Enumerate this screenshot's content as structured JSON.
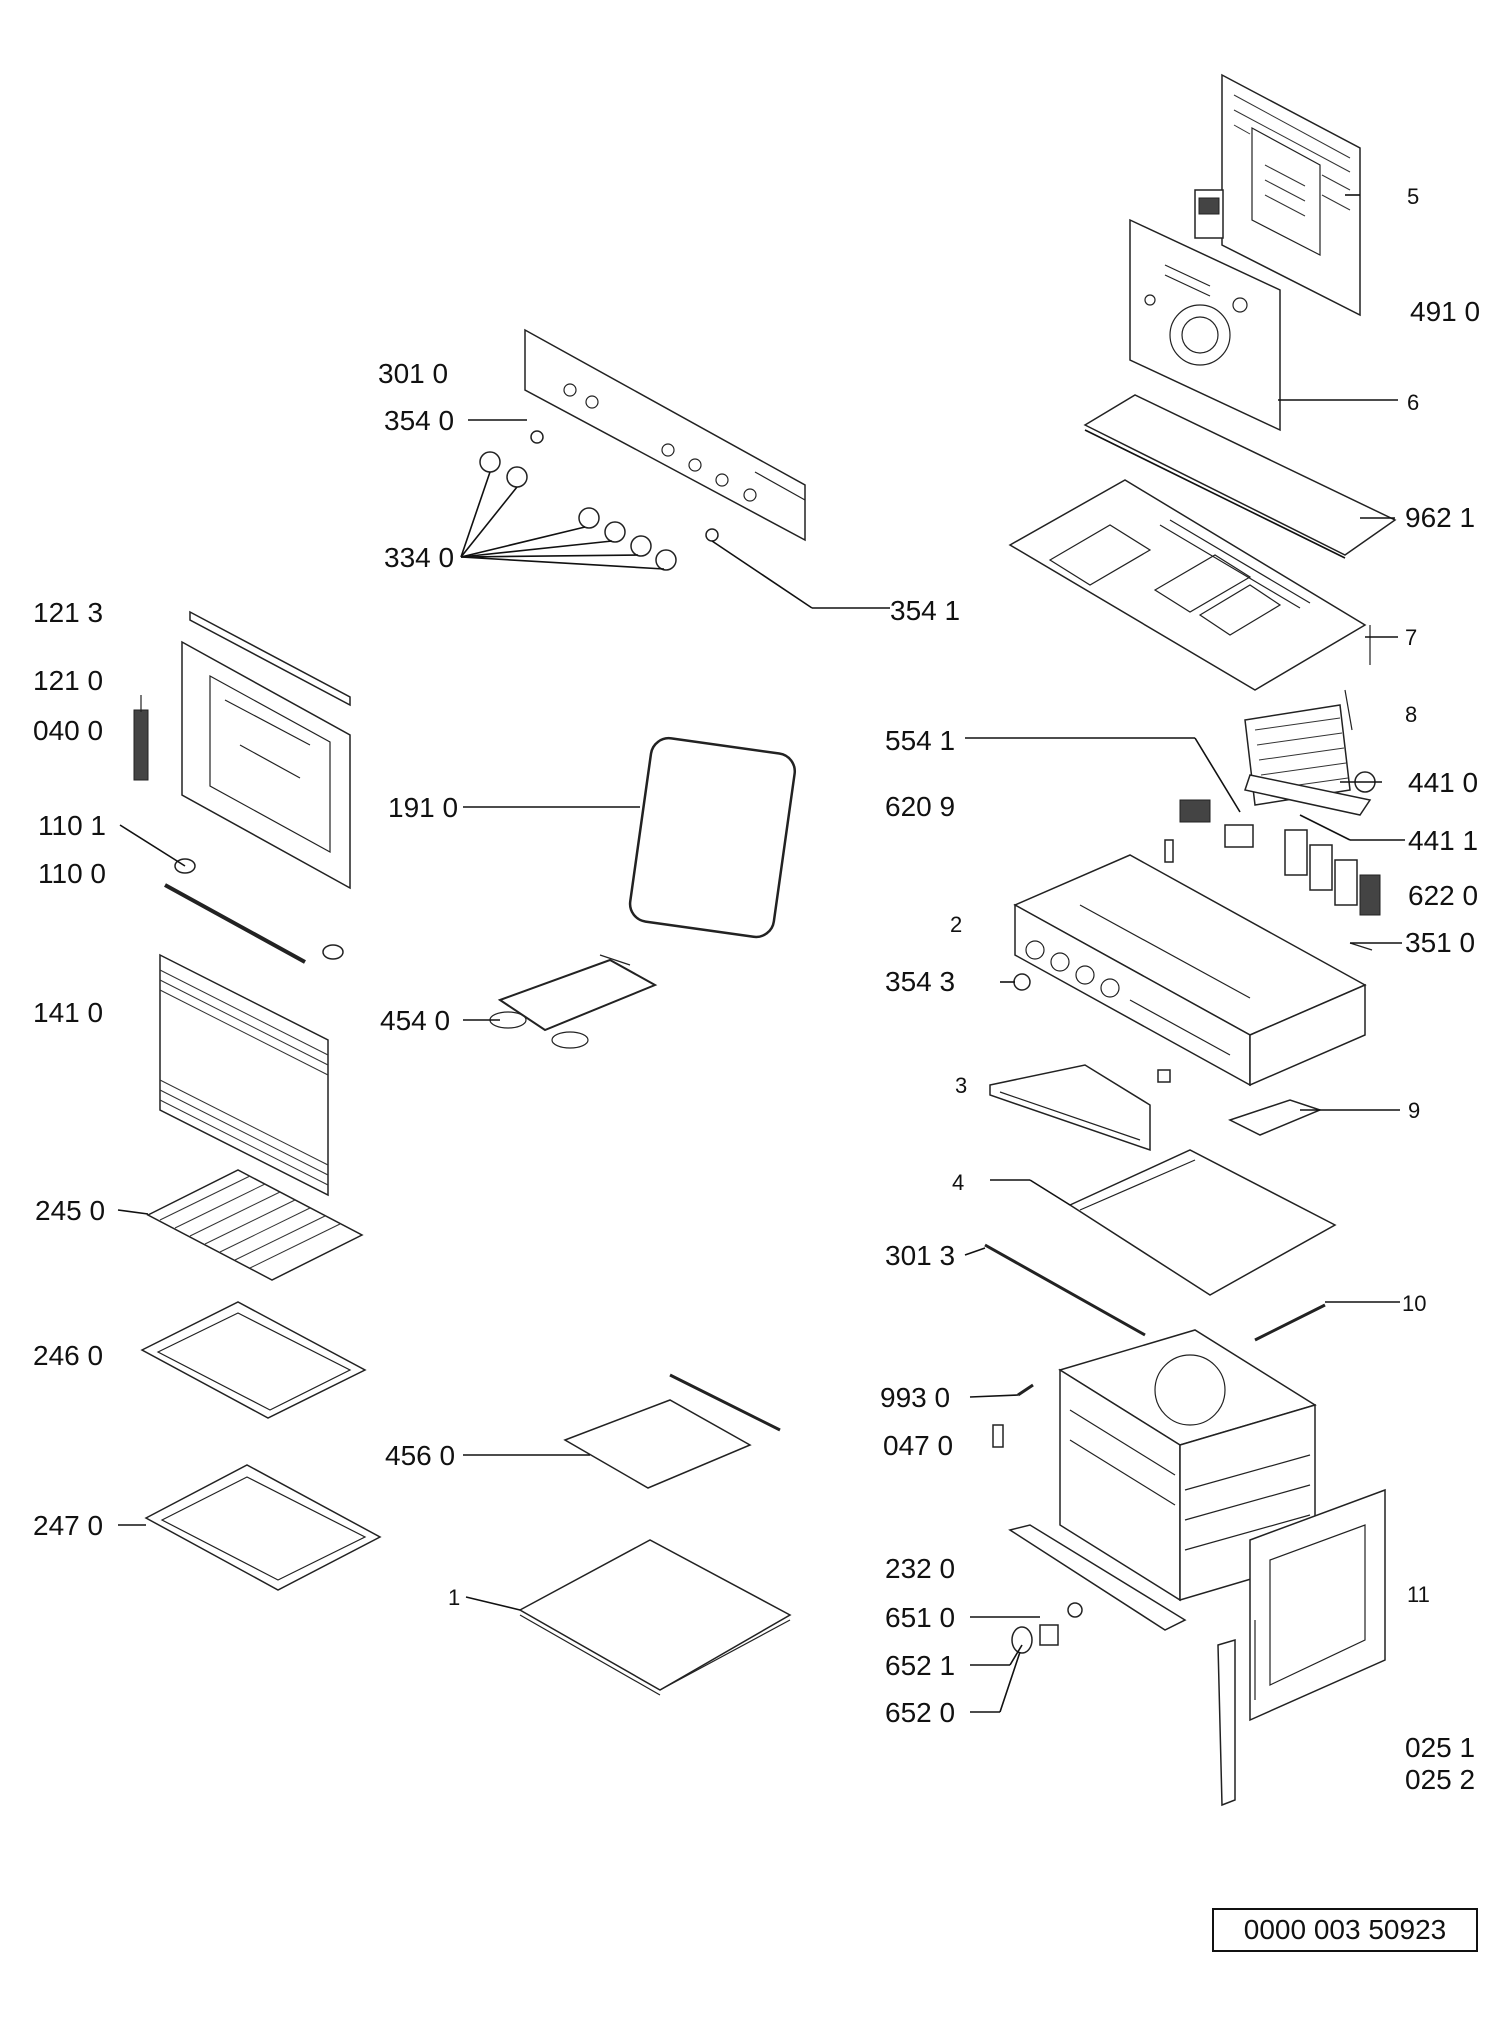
{
  "labels": {
    "l3010": "301 0",
    "l3540": "354 0",
    "l3340": "334 0",
    "l3541": "354 1",
    "l1213": "121 3",
    "l1210": "121 0",
    "l0400": "040 0",
    "l1910": "191 0",
    "l1101": "110 1",
    "l1100": "110 0",
    "l1410": "141 0",
    "l4540": "454 0",
    "l2450": "245 0",
    "l2460": "246 0",
    "l4560": "456 0",
    "l2470": "247 0",
    "l1": "1",
    "l5": "5",
    "l4910": "491 0",
    "l6": "6",
    "l9621": "962 1",
    "l7": "7",
    "l8": "8",
    "l5541": "554 1",
    "l4410": "441 0",
    "l6209": "620 9",
    "l4411": "441 1",
    "l6220": "622 0",
    "l2": "2",
    "l3510": "351 0",
    "l3543": "354 3",
    "l3": "3",
    "l9": "9",
    "l4": "4",
    "l3013": "301 3",
    "l10": "10",
    "l9930": "993 0",
    "l0470": "047 0",
    "l2320": "232 0",
    "l11": "11",
    "l6510": "651 0",
    "l6521": "652 1",
    "l6520": "652 0",
    "l0251": "025 1",
    "l0252": "025 2"
  },
  "document_code": "0000 003 50923"
}
